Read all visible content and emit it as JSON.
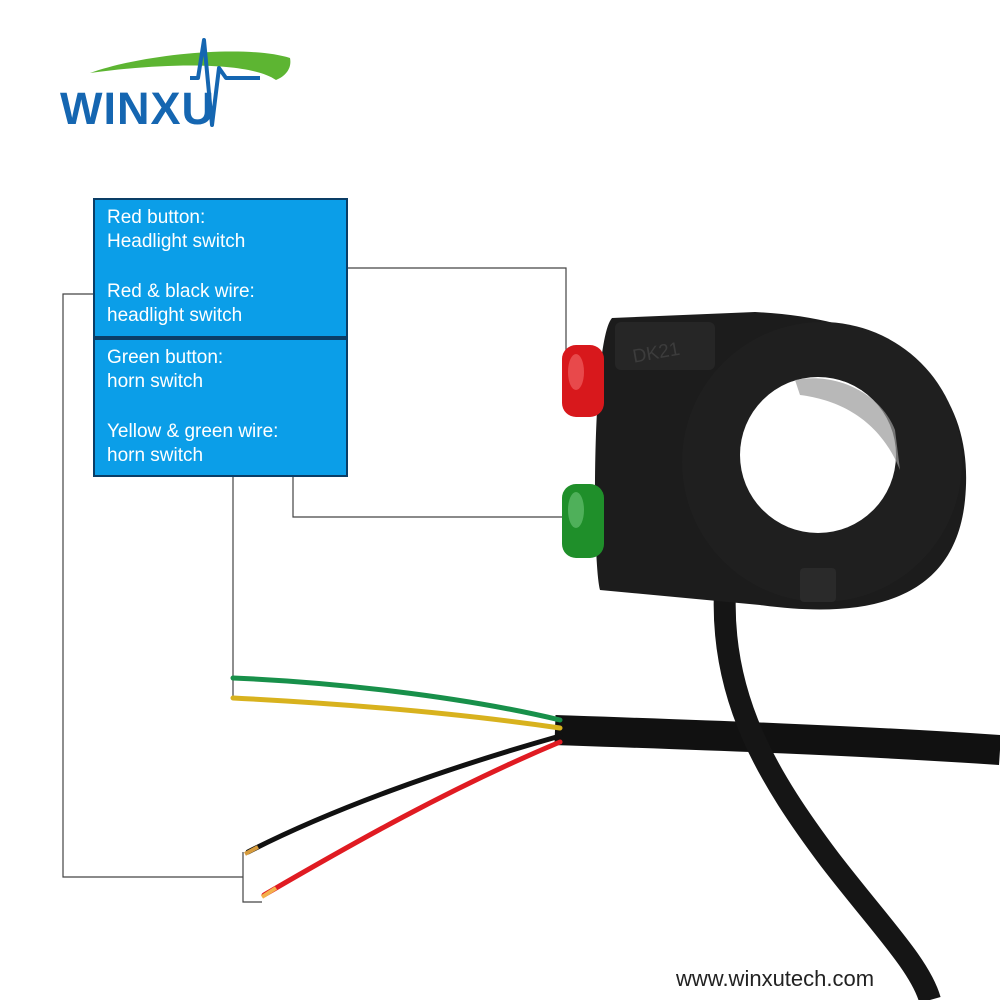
{
  "logo": {
    "text": "WINXU"
  },
  "website": "www.winxutech.com",
  "model_mark": "DK21",
  "callouts": {
    "red_button_title": "Red button:",
    "red_button_desc": "Headlight switch",
    "red_black_wire_title": "Red & black wire:",
    "red_black_wire_desc": "headlight switch",
    "green_button_title": "Green button:",
    "green_button_desc": "horn switch",
    "yellow_green_wire_title": "Yellow & green wire:",
    "yellow_green_wire_desc": "horn switch"
  },
  "colors": {
    "callout_fill": "#0b9ee8",
    "callout_border": "#0a3d66",
    "brand_blue": "#1566b1",
    "brand_green": "#5db532",
    "red_button": "#d8181c",
    "green_button": "#1f8f2a",
    "wire_green": "#18904a",
    "wire_yellow": "#d8b21e",
    "wire_red": "#e01b22",
    "wire_black": "#111111",
    "housing": "#1c1c1c"
  },
  "icons": [
    "logo-swoosh-icon",
    "heartbeat-pulse-icon"
  ]
}
